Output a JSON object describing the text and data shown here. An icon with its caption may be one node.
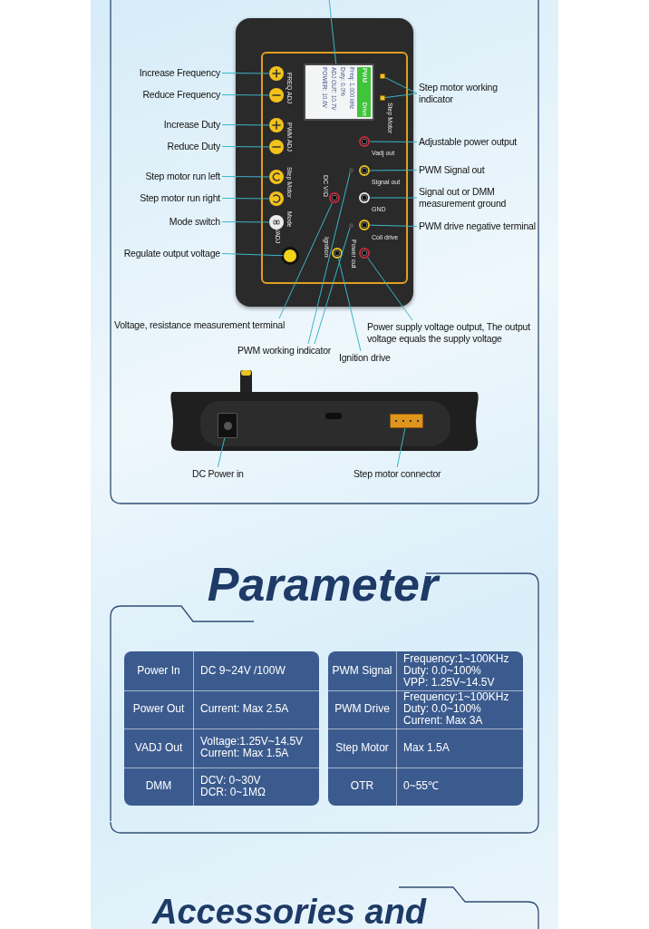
{
  "diagram": {
    "nodes": [
      {
        "text": [],
        "shape": "picture"
      },
      {
        "text": [
          "PWM",
          "Drive",
          "Freq: 1.000 kHz",
          "Duty: 0.0%",
          "ADJ OUT: 10.7V",
          "POWER: 10.6V"
        ],
        "in": 0
      },
      {
        "text": [],
        "shape": "circle",
        "in": 0
      },
      {
        "text": [],
        "shape": "circle",
        "in": 0
      },
      {
        "text": [],
        "shape": "circle",
        "in": 0
      },
      {
        "text": [],
        "shape": "circle",
        "in": 0
      },
      {
        "text": [],
        "shape": "circle",
        "in": 0
      },
      {
        "text": [],
        "shape": "circle",
        "in": 0
      },
      {
        "text": [],
        "shape": "circle",
        "in": 0
      },
      {
        "text": [],
        "shape": "circle",
        "in": 0
      },
      {
        "text": [],
        "shape": "box",
        "in": 0
      },
      {
        "text": [],
        "shape": "box",
        "in": 0
      },
      {
        "text": [],
        "shape": "circle",
        "in": 0
      },
      {
        "text": [],
        "shape": "circle",
        "in": 0
      },
      {
        "text": [],
        "shape": "circle",
        "in": 0
      },
      {
        "text": [],
        "shape": "circle",
        "in": 0
      },
      {
        "text": [],
        "shape": "circle",
        "in": 0
      },
      {
        "text": [],
        "shape": "circle",
        "in": 0
      },
      {
        "text": [],
        "shape": "circle",
        "in": 0
      },
      {
        "text": [],
        "shape": "circle",
        "in": 0
      },
      {
        "text": [],
        "shape": "circle",
        "in": 0
      },
      {
        "text": [
          "Increase Frequency"
        ]
      },
      {
        "text": [
          "Reduce Frequency"
        ]
      },
      {
        "text": [
          "Increase Duty"
        ]
      },
      {
        "text": [
          "Reduce Duty"
        ]
      },
      {
        "text": [
          "Step motor run left"
        ]
      },
      {
        "text": [
          "Step motor run right"
        ]
      },
      {
        "text": [
          "Mode switch"
        ]
      },
      {
        "text": [
          "Regulate output voltage"
        ]
      },
      {
        "text": [
          "Step motor working indicator"
        ]
      },
      {
        "text": [
          "Adjustable power output"
        ]
      },
      {
        "text": [
          "PWM Signal out"
        ]
      },
      {
        "text": [
          "Signal out or DMM measurement ground"
        ]
      },
      {
        "text": [
          "PWM drive negative terminal"
        ]
      },
      {
        "text": [
          "Voltage, resistance measurement terminal"
        ]
      },
      {
        "text": [
          "Power supply voltage output, The output voltage equals the supply voltage"
        ]
      },
      {
        "text": [
          "PWM working indicator"
        ]
      },
      {
        "text": [
          "Ignition drive"
        ]
      },
      {
        "text": [],
        "shape": "picture"
      },
      {
        "text": [],
        "shape": "box",
        "in": 38
      },
      {
        "text": [],
        "shape": "box",
        "in": 38
      },
      {
        "text": [
          "DC Power in"
        ]
      },
      {
        "text": [
          "Step motor connector"
        ]
      }
    ],
    "edges": [
      {
        "from": null,
        "to": 1,
        "arrow": "none"
      },
      {
        "from": 21,
        "to": 2,
        "arrow": "none"
      },
      {
        "from": 22,
        "to": 3,
        "arrow": "none"
      },
      {
        "from": 23,
        "to": 4,
        "arrow": "none"
      },
      {
        "from": 24,
        "to": 5,
        "arrow": "none"
      },
      {
        "from": 25,
        "to": 6,
        "arrow": "none"
      },
      {
        "from": 26,
        "to": 7,
        "arrow": "none"
      },
      {
        "from": 27,
        "to": 8,
        "arrow": "none"
      },
      {
        "from": 28,
        "to": 9,
        "arrow": "none"
      },
      {
        "from": 29,
        "to": 10,
        "arrow": "none"
      },
      {
        "from": 29,
        "to": 11,
        "arrow": "none"
      },
      {
        "from": 30,
        "to": 12,
        "arrow": "none"
      },
      {
        "from": 31,
        "to": 13,
        "arrow": "none"
      },
      {
        "from": 32,
        "to": 14,
        "arrow": "none"
      },
      {
        "from": 33,
        "to": 17,
        "arrow": "none"
      },
      {
        "from": 34,
        "to": 15,
        "arrow": "none"
      },
      {
        "from": 35,
        "to": 20,
        "arrow": "none"
      },
      {
        "from": 36,
        "to": 16,
        "arrow": "none"
      },
      {
        "from": 36,
        "to": 18,
        "arrow": "none"
      },
      {
        "from": 37,
        "to": 19,
        "arrow": "none"
      },
      {
        "from": 41,
        "to": 39,
        "arrow": "none"
      },
      {
        "from": 42,
        "to": 40,
        "arrow": "none"
      }
    ],
    "labels": [
      "FREQ ADJ",
      "PWM ADJ",
      "Step Motor",
      "Mode",
      "VADJ",
      "Step Motor",
      "Vadj out",
      "Signal out",
      "DC V/Ω",
      "GND",
      "Coil drive",
      "Ignition",
      "Power out",
      "Parameter",
      "Power In",
      "DC 9~24V /100W",
      "Power Out",
      "Current: Max 2.5A",
      "VADJ Out",
      "Voltage:1.25V~14.5V",
      "Current: Max 1.5A",
      "DMM",
      "DCV: 0~30V",
      "DCR: 0~1MΩ",
      "PWM Signal",
      "Frequency:1~100KHz",
      "Duty: 0.0~100%",
      "VPP: 1.25V~14.5V",
      "PWM Drive",
      "Frequency:1~100KHz",
      "Duty: 0.0~100%",
      "Current: Max 3A",
      "Step Motor",
      "Max 1.5A",
      "OTR",
      "0~55℃",
      "Accessories and"
    ]
  }
}
